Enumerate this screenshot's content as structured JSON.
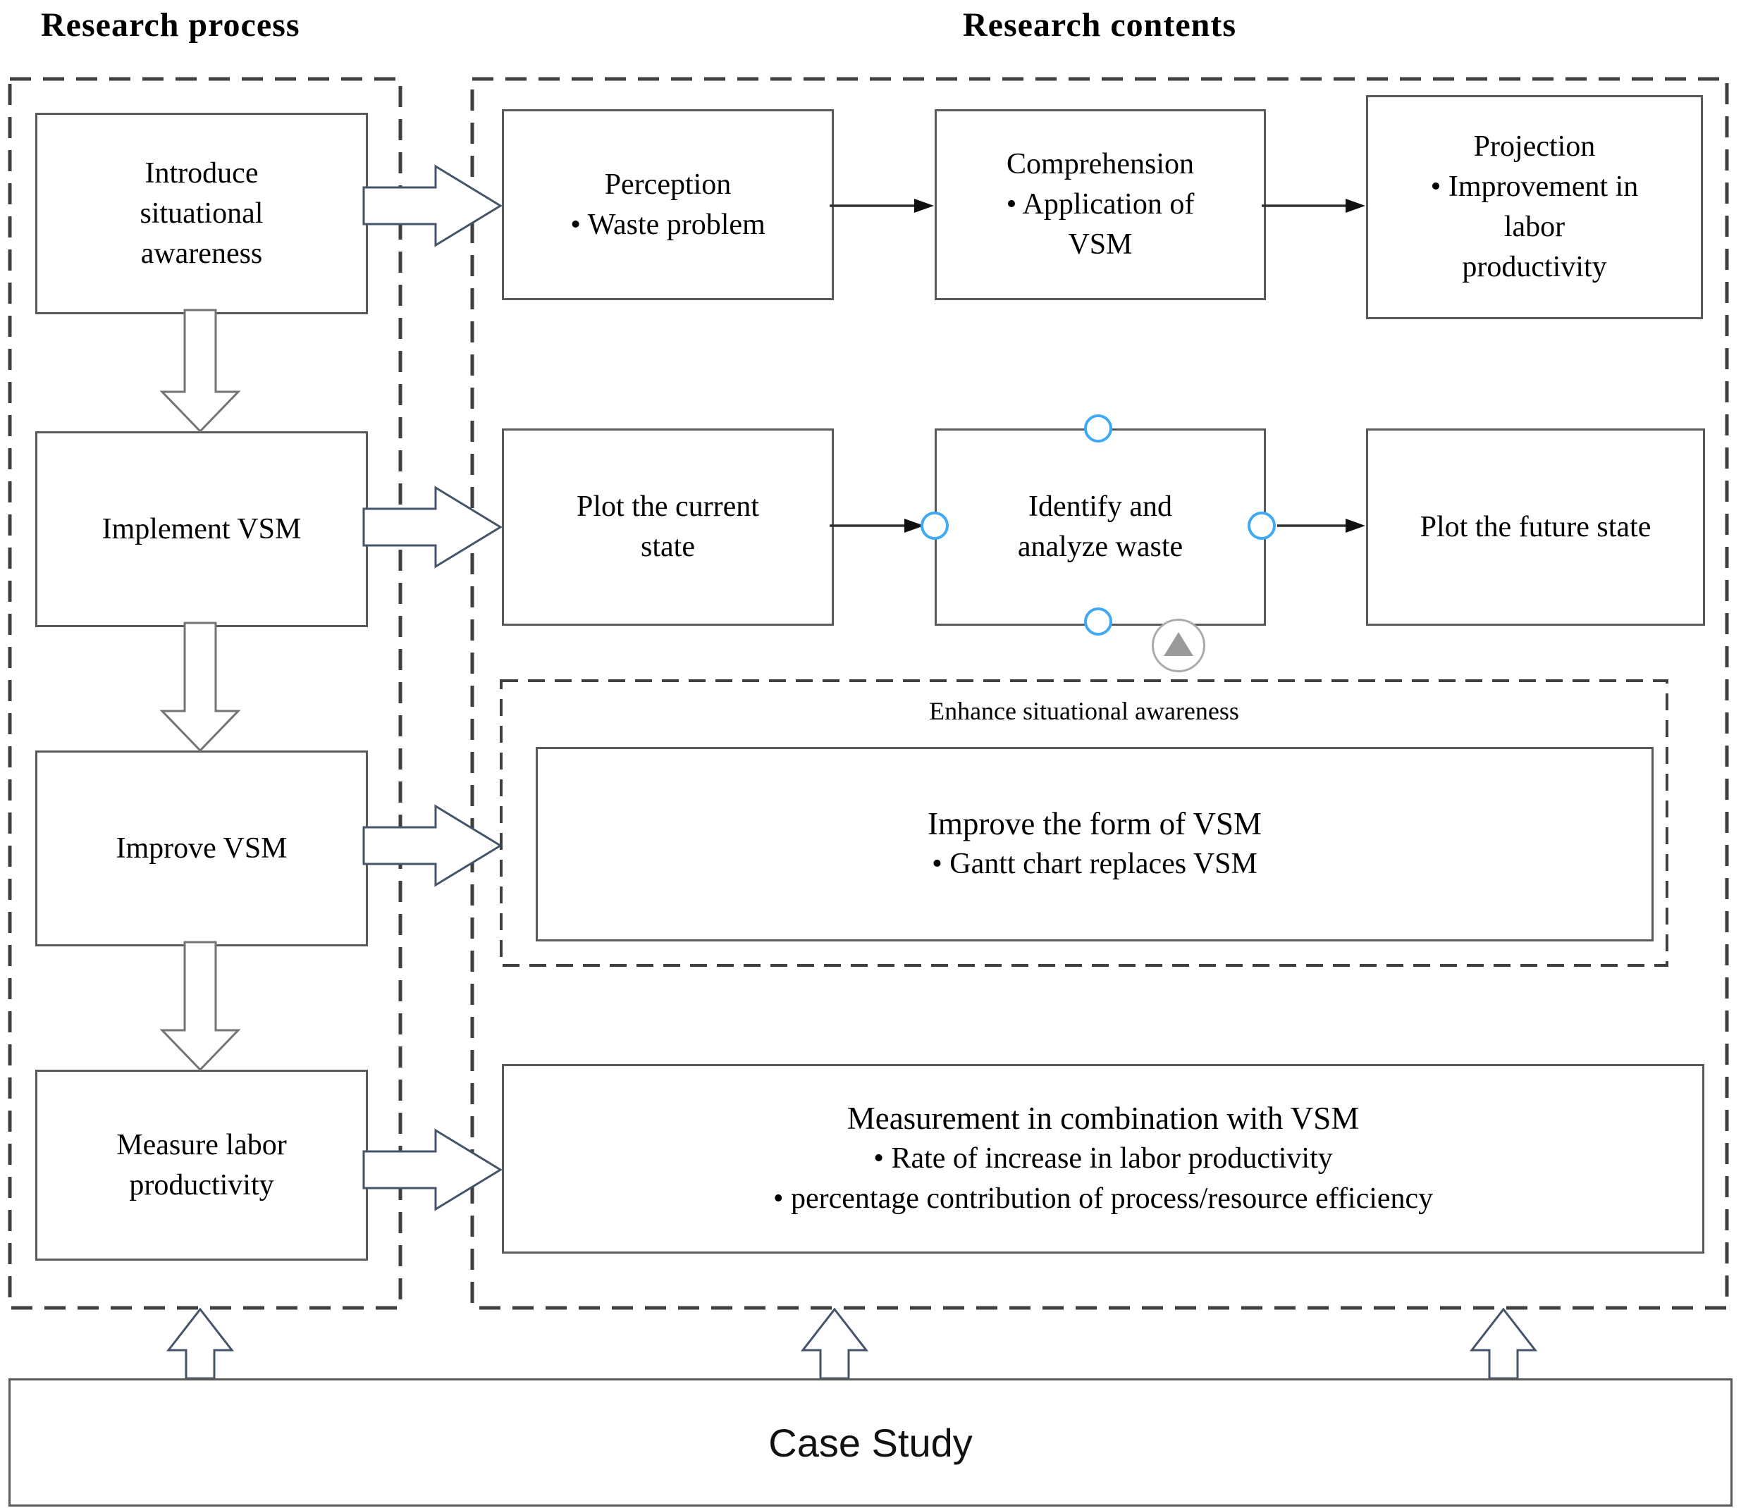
{
  "titles": {
    "left": "Research process",
    "right": "Research contents"
  },
  "process_steps": [
    {
      "lines": [
        "Introduce",
        "situational",
        "awareness"
      ]
    },
    {
      "lines": [
        "Implement VSM"
      ]
    },
    {
      "lines": [
        "Improve VSM"
      ]
    },
    {
      "lines": [
        "Measure labor",
        "productivity"
      ]
    }
  ],
  "contents": {
    "row1": [
      {
        "lines": [
          "Perception",
          "• Waste problem"
        ]
      },
      {
        "lines": [
          "Comprehension",
          "• Application of",
          "VSM"
        ]
      },
      {
        "lines": [
          "Projection",
          "• Improvement in",
          "labor",
          "productivity"
        ]
      }
    ],
    "row2": [
      {
        "lines": [
          "Plot the current",
          "state"
        ]
      },
      {
        "lines": [
          "Identify and",
          "analyze waste"
        ]
      },
      {
        "lines": [
          "Plot the future state"
        ]
      }
    ],
    "enhance": {
      "label": "Enhance situational awareness",
      "lines": [
        "Improve the form of VSM",
        "• Gantt chart replaces VSM"
      ]
    },
    "measurement": {
      "lines": [
        "Measurement in combination with VSM",
        "• Rate of increase in labor productivity",
        "• percentage contribution of process/resource  efficiency"
      ]
    }
  },
  "case_study": {
    "label": "Case Study"
  },
  "colors": {
    "block_arrow": "#44546a",
    "down_arrow": "#737373",
    "thin_arrow": "#303030",
    "box_border": "#595959",
    "dashed_border": "#3f3f3f",
    "selection_handle": "#3fa9f5",
    "badge": "#ababab"
  },
  "icons": {
    "selection_handle": "circle",
    "shape_badge_glyph": "▲"
  }
}
